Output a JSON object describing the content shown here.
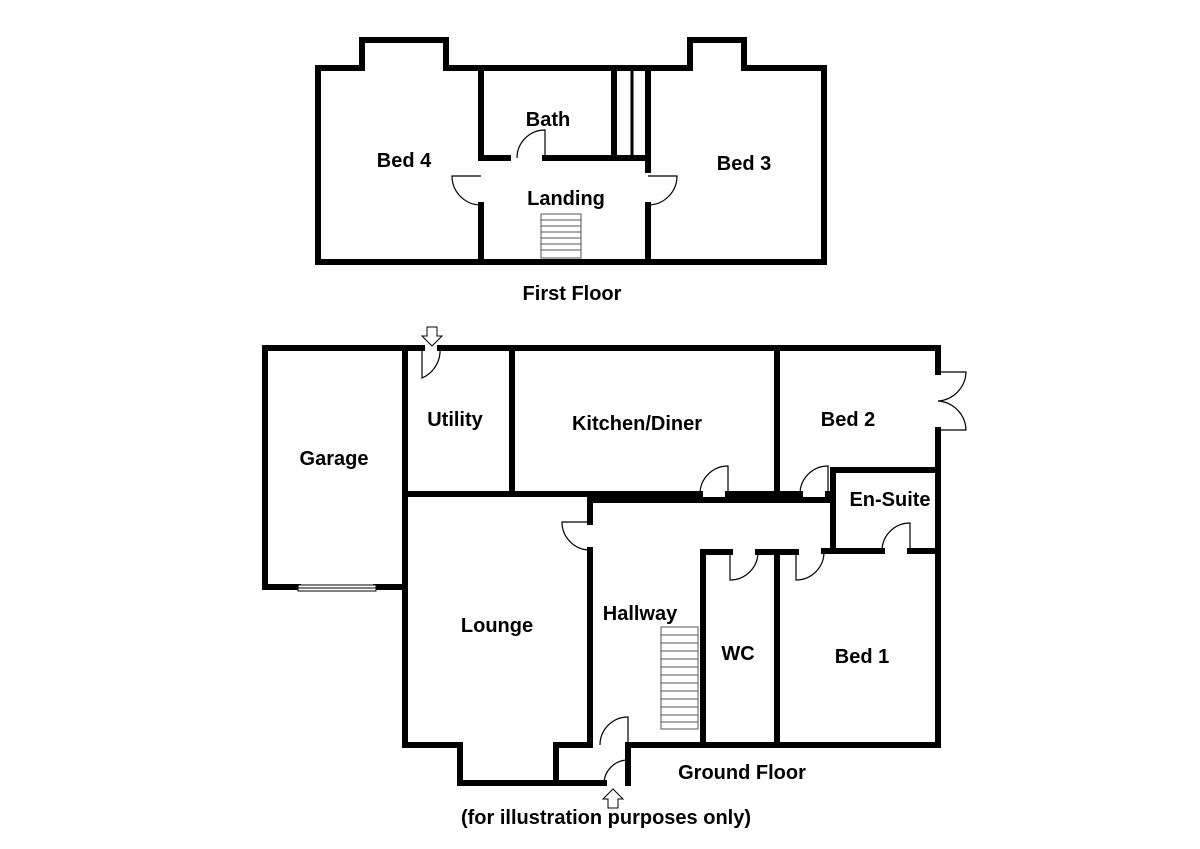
{
  "floors": {
    "first_floor": {
      "label": "First Floor",
      "rooms": {
        "bed4": "Bed 4",
        "bath": "Bath",
        "landing": "Landing",
        "bed3": "Bed 3"
      }
    },
    "ground_floor": {
      "label": "Ground Floor",
      "rooms": {
        "garage": "Garage",
        "utility": "Utility",
        "kitchen": "Kitchen/Diner",
        "bed2": "Bed 2",
        "ensuite": "En-Suite",
        "lounge": "Lounge",
        "hallway": "Hallway",
        "wc": "WC",
        "bed1": "Bed 1"
      }
    }
  },
  "disclaimer": "(for illustration purposes only)",
  "colors": {
    "wall": "#000000",
    "background": "#ffffff"
  }
}
